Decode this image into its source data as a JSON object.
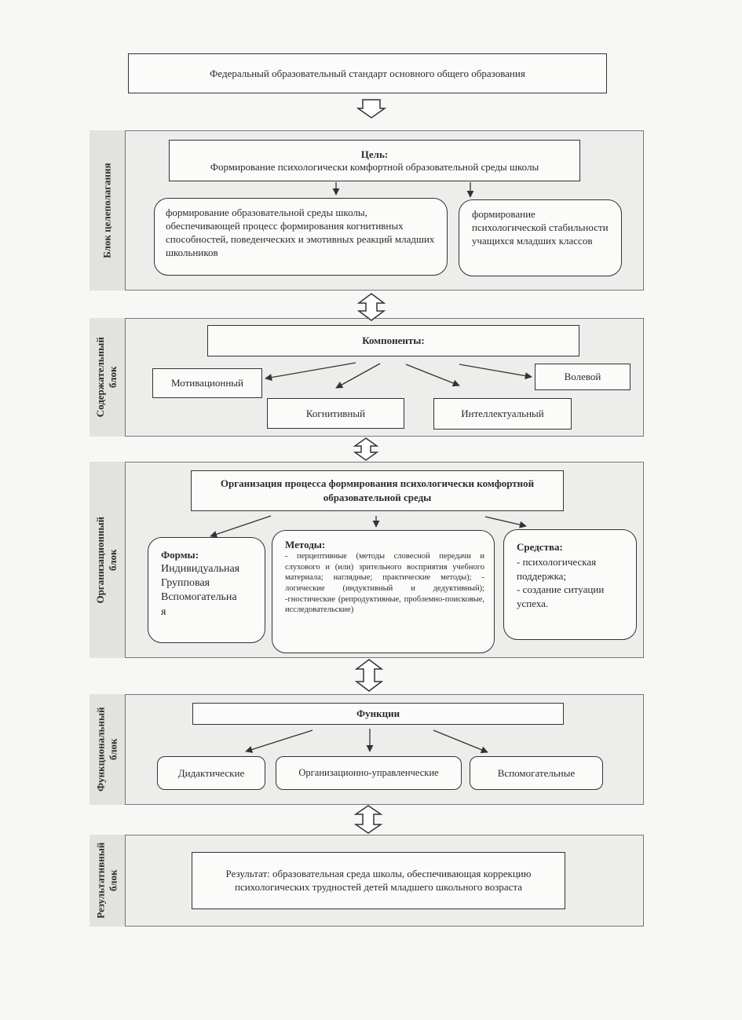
{
  "standard": "Федеральный образовательный стандарт основного общего образования",
  "blocks": {
    "target": {
      "label": "Блок целеполагания",
      "goal_title": "Цель:",
      "goal_text": "Формирование психологически комфортной образовательной среды школы",
      "sub_left": "формирование образовательной среды школы, обеспечивающей процесс формирования когнитивных способностей, поведенческих и эмотивных реакций младших школьников",
      "sub_right": "формирование психологической стабильности учащихся младших классов"
    },
    "content": {
      "label_line1": "Содержательный",
      "label_line2": "блок",
      "components_title": "Компоненты:",
      "items": [
        "Мотивационный",
        "Волевой",
        "Когнитивный",
        "Интеллектуальный"
      ]
    },
    "organizational": {
      "label_line1": "Организационный",
      "label_line2": "блок",
      "title": "Организация процесса формирования психологически комфортной образовательной среды",
      "forms_title": "Формы:",
      "forms": [
        "Индивидуальная",
        "Групповая",
        "Вспомогательна",
        "я"
      ],
      "methods_title": "Методы:",
      "methods_text": "- перцептивные (методы словесной передачи и слухового и (или) зрительного восприятия учебного материала; наглядные; практические методы); - логические (индуктивный и дедуктивный); -гностические (репродуктивные, проблемно-поисковые, исследовательские)",
      "means_title": "Средства:",
      "means": [
        "- психологическая поддержка;",
        "- создание ситуации успеха."
      ]
    },
    "functional": {
      "label_line1": "Функциональный",
      "label_line2": "блок",
      "title": "Функции",
      "items": [
        "Дидактические",
        "Организационно-управленческие",
        "Вспомогательные"
      ]
    },
    "result": {
      "label_line1": "Результативный",
      "label_line2": "блок",
      "text": "Результат: образовательная среда школы, обеспечивающая коррекцию психологических трудностей детей младшего школьного возраста"
    }
  }
}
